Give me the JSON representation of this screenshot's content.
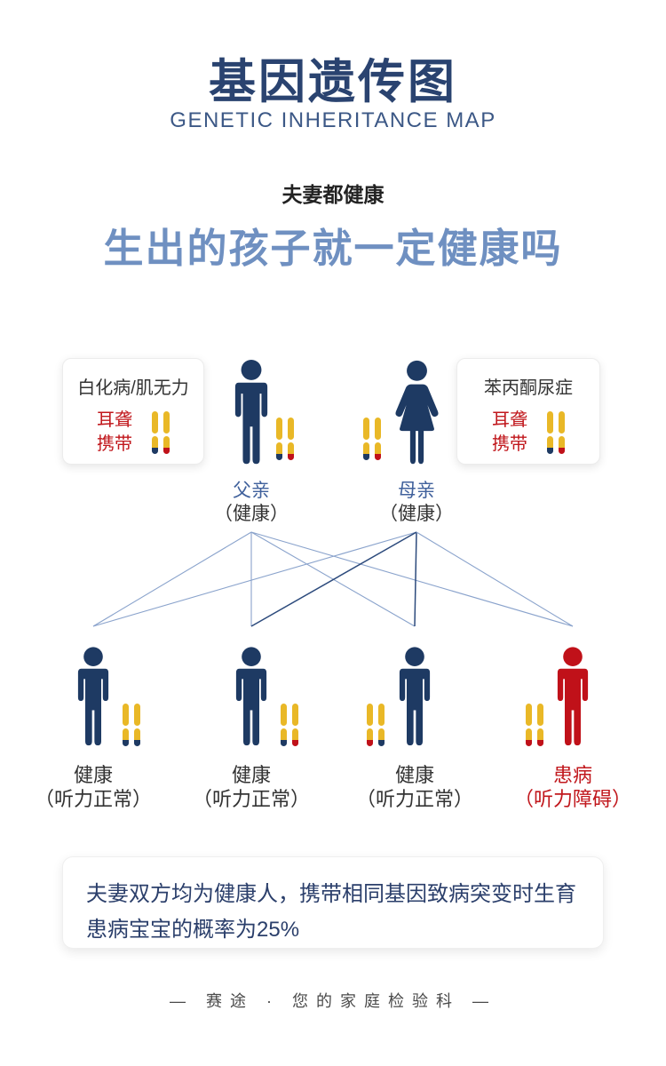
{
  "colors": {
    "title-navy": "#2a4370",
    "subtitle-navy": "#3c5886",
    "steel-blue": "#6f90c1",
    "near-black": "#222222",
    "label-dark": "#333333",
    "label-blue": "#40619c",
    "red": "#c1181d",
    "gold": "#e9b827",
    "figure-navy": "#1e3a63",
    "figure-red": "#c01119",
    "line-light": "#8aa3cc",
    "line-dark": "#2c4a7c",
    "summary-navy": "#2b3f6b",
    "footer-gray": "#4a4a4a",
    "allele": {
      "normal": "#1e3a63",
      "mutant": "#c01119"
    }
  },
  "icons": {
    "male": "male-figure-silhouette",
    "female": "female-figure-silhouette",
    "chromosome": "chromosome-pair"
  },
  "header": {
    "title": "基因遗传图",
    "subtitle": "GENETIC INHERITANCE MAP"
  },
  "question": {
    "line1": "夫妻都健康",
    "line2": "生出的孩子就一定健康吗"
  },
  "parent_cards": {
    "left": {
      "disease": "白化病/肌无力",
      "carrier_line1": "耳聋",
      "carrier_line2": "携带",
      "alleles": [
        "normal",
        "mutant"
      ]
    },
    "right": {
      "disease": "苯丙酮尿症",
      "carrier_line1": "耳聋",
      "carrier_line2": "携带",
      "alleles": [
        "normal",
        "mutant"
      ]
    }
  },
  "parents": [
    {
      "label": "父亲",
      "status": "（健康）",
      "sex": "male",
      "fill": "#1e3a63",
      "alleles": [
        "normal",
        "mutant"
      ]
    },
    {
      "label": "母亲",
      "status": "（健康）",
      "sex": "female",
      "fill": "#1e3a63",
      "alleles": [
        "normal",
        "mutant"
      ]
    }
  ],
  "children": [
    {
      "label": "健康",
      "status": "（听力正常）",
      "healthy": true,
      "fill": "#1e3a63",
      "text_color": "#333333",
      "alleles": [
        "normal",
        "normal"
      ]
    },
    {
      "label": "健康",
      "status": "（听力正常）",
      "healthy": true,
      "fill": "#1e3a63",
      "text_color": "#333333",
      "alleles": [
        "normal",
        "mutant"
      ]
    },
    {
      "label": "健康",
      "status": "（听力正常）",
      "healthy": true,
      "fill": "#1e3a63",
      "text_color": "#333333",
      "alleles": [
        "mutant",
        "normal"
      ]
    },
    {
      "label": "患病",
      "status": "（听力障碍）",
      "healthy": false,
      "fill": "#c01119",
      "text_color": "#c1181d",
      "alleles": [
        "mutant",
        "mutant"
      ]
    }
  ],
  "pedigree": {
    "parent_x": [
      283,
      469
    ],
    "child_x": [
      105,
      283,
      467,
      645
    ],
    "lines": [
      {
        "from": 0,
        "to": 0,
        "shade": "light"
      },
      {
        "from": 0,
        "to": 1,
        "shade": "light"
      },
      {
        "from": 0,
        "to": 2,
        "shade": "light"
      },
      {
        "from": 0,
        "to": 3,
        "shade": "light"
      },
      {
        "from": 1,
        "to": 0,
        "shade": "light"
      },
      {
        "from": 1,
        "to": 1,
        "shade": "dark"
      },
      {
        "from": 1,
        "to": 2,
        "shade": "dark"
      },
      {
        "from": 1,
        "to": 3,
        "shade": "light"
      }
    ]
  },
  "summary": {
    "text": "夫妻双方均为健康人，携带相同基因致病突变时生育患病宝宝的概率为25%"
  },
  "footer": {
    "text": "— 赛途 · 您的家庭检验科 —"
  }
}
